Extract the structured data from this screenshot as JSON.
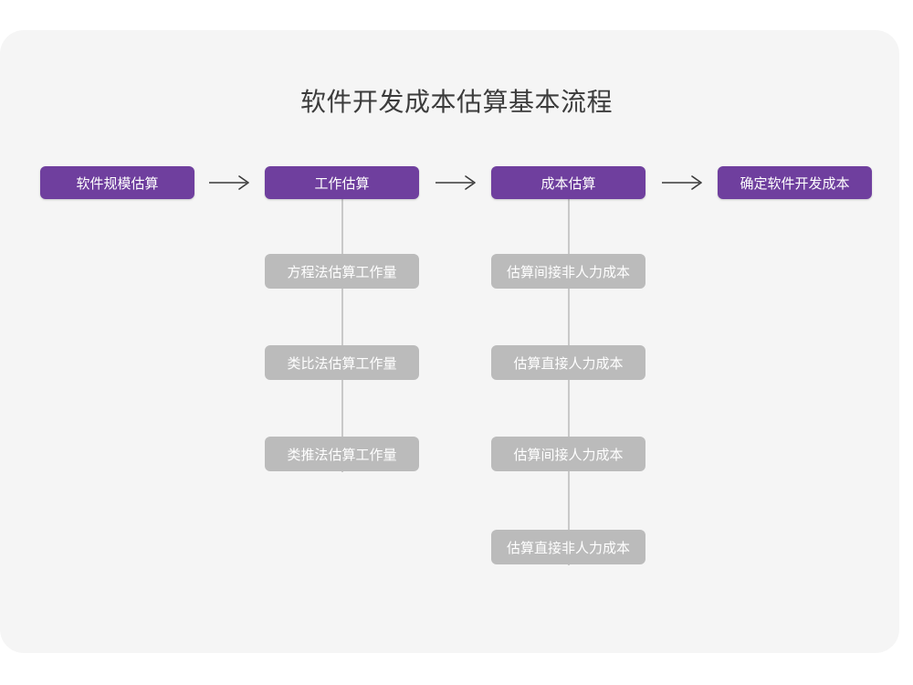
{
  "page": {
    "title": "软件开发成本估算基本流程",
    "background_color": "#ffffff",
    "card_color": "#f5f5f5"
  },
  "colors": {
    "primary": "#6f3f9e",
    "secondary": "#bbbbbb",
    "title_text": "#3c3c3c",
    "node_text": "#ffffff",
    "connector": "#c9c9c9",
    "arrow": "#3a3a3a"
  },
  "flow": {
    "main_steps": [
      {
        "label": "软件规模估算"
      },
      {
        "label": "工作估算"
      },
      {
        "label": "成本估算"
      },
      {
        "label": "确定软件开发成本"
      }
    ],
    "arrows": [
      {
        "glyph": "arrow-right-icon"
      },
      {
        "glyph": "arrow-right-icon"
      },
      {
        "glyph": "arrow-right-icon"
      }
    ],
    "work_estimation_substeps": [
      {
        "label": "方程法估算工作量"
      },
      {
        "label": "类比法估算工作量"
      },
      {
        "label": "类推法估算工作量"
      }
    ],
    "cost_estimation_substeps": [
      {
        "label": "估算间接非人力成本"
      },
      {
        "label": "估算直接人力成本"
      },
      {
        "label": "估算间接人力成本"
      },
      {
        "label": "估算直接非人力成本"
      }
    ]
  }
}
